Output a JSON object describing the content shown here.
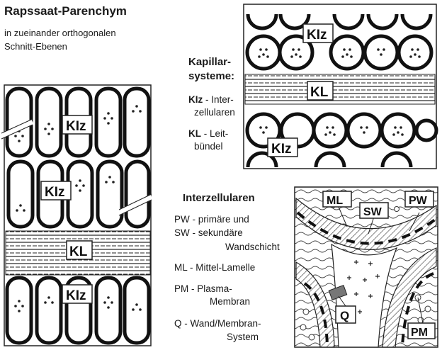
{
  "title": "Rapssaat-Parenchym",
  "subtitle_lines": [
    "in zueinander orthogonalen",
    "Schnitt-Ebenen"
  ],
  "kapillar": {
    "heading_lines": [
      "Kapillar-",
      "systeme:"
    ],
    "items": [
      {
        "abbr": "KIz",
        "text_lines": [
          " - Inter-",
          "zellularen"
        ]
      },
      {
        "abbr": "KL",
        "text_lines": [
          " - Leit-",
          "bündel"
        ]
      }
    ]
  },
  "interzellularen": {
    "heading": "Interzellularen",
    "items": [
      {
        "text_lines": [
          "PW - primäre und"
        ]
      },
      {
        "text_lines": [
          "SW - sekundäre",
          "Wandschicht"
        ]
      },
      {
        "text_lines": [
          "ML - Mittel-Lamelle"
        ]
      },
      {
        "text_lines": [
          "PM - Plasma-",
          "Membran"
        ]
      },
      {
        "text_lines": [
          "Q - Wand/Membran-",
          "System"
        ]
      }
    ]
  },
  "labels": {
    "klz": "KIz",
    "kl": "KL",
    "ml": "ML",
    "sw": "SW",
    "pw": "PW",
    "pm": "PM",
    "q": "Q"
  }
}
